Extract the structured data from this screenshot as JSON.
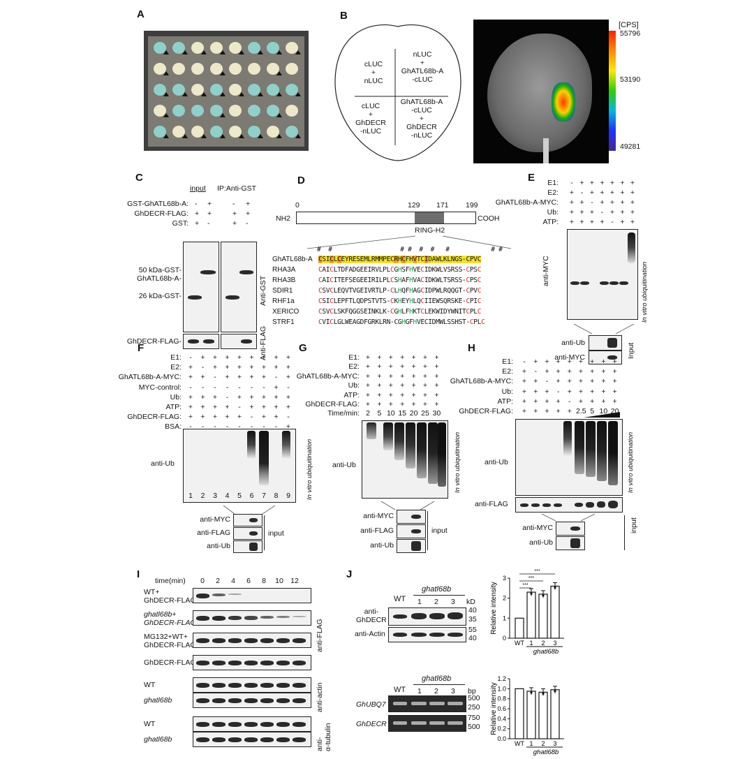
{
  "panels": {
    "A": "A",
    "B": "B",
    "C": "C",
    "D": "D",
    "E": "E",
    "F": "F",
    "G": "G",
    "H": "H",
    "I": "I",
    "J": "J"
  },
  "b": {
    "q1": "cLUC\n+\nnLUC",
    "q2": "nLUC\n+\nGhATL68b-A\n-cLUC",
    "q3": "cLUC\n+\nGhDECR\n-nLUC",
    "q4": "GhATL68b-A\n-cLUC\n+\nGhDECR\n-nLUC",
    "cps": "[CPS]",
    "scale": [
      "55796",
      "53190",
      "49281"
    ]
  },
  "c": {
    "input": "input",
    "ip": "IP:Anti-GST",
    "rows": [
      {
        "label": "GST-GhATL68b-A:",
        "signs": [
          "-",
          "+",
          "-",
          "+"
        ]
      },
      {
        "label": "GhDECR-FLAG:",
        "signs": [
          "+",
          "+",
          "+",
          "+"
        ]
      },
      {
        "label": "GST:",
        "signs": [
          "+",
          "-",
          "+",
          "-"
        ]
      }
    ],
    "m50": "50 kDa-GST-",
    "m50b": "GhATL68b-A-",
    "m26": "26 kDa-GST-",
    "flag": "GhDECR-FLAG-",
    "antigst": "Anti-GST",
    "antiflag": "Anti-FLAG"
  },
  "d": {
    "nh2": "NH2",
    "cooh": "COOH",
    "p0": "0",
    "p129": "129",
    "p171": "171",
    "p199": "199",
    "ring": "RING-H2",
    "hashes": "#  #                  # #  #  #   #           # #",
    "names": [
      "GhATL68b-A",
      "RHA3A",
      "RHA3B",
      "SDIR1",
      "RHF1a",
      "XERICO",
      "STRF1"
    ],
    "seqs": [
      "CSICLCEYRESEMLRMMPECRHCFHVTCIDAWLKLNGS-CPVC",
      "CAICLTDFADGEEIRVLPLCGHSFHVECIDKWLVSRSS-CPSC",
      "CAICITEFSEGEEIRILPLCSHAFHVACIDKWLTSRSS-CPSC",
      "CSVCLEQVTVGEIVRTLP-CLHQFHAGCIDPWLRQQGT-CPVC",
      "CSICLEPFTLQDPSTVTS-CKHEYHLQCIIEWSQRSKE-CPIC",
      "CSVCLSKFQGGSEINKLK-CGHLFHKTCLEKWIDYWNITCPLC",
      "CVICLGLWEAGDFGRKLRN-CGHGFHVECIDMWLSSHST-CPLC"
    ]
  },
  "e": {
    "rows": [
      {
        "label": "E1:",
        "signs": [
          "-",
          "+",
          "+",
          "+",
          "+",
          "+",
          "+"
        ]
      },
      {
        "label": "E2:",
        "signs": [
          "+",
          "-",
          "+",
          "+",
          "+",
          "+",
          "+"
        ]
      },
      {
        "label": "GhATL68b-A-MYC:",
        "signs": [
          "+",
          "+",
          "-",
          "+",
          "+",
          "+",
          "+"
        ]
      },
      {
        "label": "Ub:",
        "signs": [
          "+",
          "+",
          "+",
          "-",
          "+",
          "+",
          "+"
        ]
      },
      {
        "label": "ATP:",
        "signs": [
          "+",
          "+",
          "+",
          "+",
          "-",
          "+",
          "+"
        ]
      }
    ],
    "antimyc": "anti-MYC",
    "vitro": "In vitro ubiquitination",
    "antiub": "anti-Ub",
    "antimyc2": "anti-MYC",
    "input": "Input"
  },
  "f": {
    "rows": [
      {
        "label": "E1:",
        "signs": [
          "-",
          "+",
          "+",
          "+",
          "+",
          "+",
          "+",
          "+",
          "+"
        ]
      },
      {
        "label": "E2:",
        "signs": [
          "+",
          "-",
          "+",
          "+",
          "+",
          "+",
          "+",
          "+",
          "+"
        ]
      },
      {
        "label": "GhATL68b-A-MYC:",
        "signs": [
          "+",
          "+",
          "-",
          "+",
          "+",
          "+",
          "+",
          "-",
          "+"
        ]
      },
      {
        "label": "MYC-control:",
        "signs": [
          "-",
          "-",
          "-",
          "-",
          "-",
          "-",
          "-",
          "+",
          "-"
        ]
      },
      {
        "label": "Ub:",
        "signs": [
          "+",
          "+",
          "+",
          "-",
          "+",
          "+",
          "+",
          "+",
          "+"
        ]
      },
      {
        "label": "ATP:",
        "signs": [
          "+",
          "+",
          "+",
          "+",
          "-",
          "+",
          "+",
          "+",
          "+"
        ]
      },
      {
        "label": "GhDECR-FLAG:",
        "signs": [
          "+",
          "+",
          "+",
          "+",
          "+",
          "-",
          "+",
          "+",
          "-"
        ]
      },
      {
        "label": "BSA:",
        "signs": [
          "-",
          "-",
          "-",
          "-",
          "-",
          "-",
          "-",
          "-",
          "+"
        ]
      }
    ],
    "antiub": "anti-Ub",
    "vitro": "In vitro ubiquitination",
    "lanes": [
      "1",
      "2",
      "3",
      "4",
      "5",
      "6",
      "7",
      "8",
      "9"
    ],
    "inp": [
      "anti-MYC",
      "anti-FLAG",
      "anti-Ub"
    ],
    "input": "input"
  },
  "g": {
    "rows": [
      {
        "label": "E1:",
        "signs": [
          "+",
          "+",
          "+",
          "+",
          "+",
          "+",
          "+"
        ]
      },
      {
        "label": "E2:",
        "signs": [
          "+",
          "+",
          "+",
          "+",
          "+",
          "+",
          "+"
        ]
      },
      {
        "label": "GhATL68b-A-MYC:",
        "signs": [
          "+",
          "+",
          "+",
          "+",
          "+",
          "+",
          "+"
        ]
      },
      {
        "label": "Ub:",
        "signs": [
          "+",
          "+",
          "+",
          "+",
          "+",
          "+",
          "+"
        ]
      },
      {
        "label": "ATP:",
        "signs": [
          "+",
          "+",
          "+",
          "+",
          "+",
          "+",
          "+"
        ]
      },
      {
        "label": "GhDECR-FLAG:",
        "signs": [
          "+",
          "+",
          "+",
          "+",
          "+",
          "+",
          "+"
        ]
      },
      {
        "label": "Time/min:",
        "signs": [
          "2",
          "5",
          "10",
          "15",
          "20",
          "25",
          "30"
        ]
      }
    ],
    "antiub": "anti-Ub",
    "vitro": "In vitro ubiquitination",
    "inp": [
      "anti-MYC",
      "anti-FLAG",
      "anti-Ub"
    ],
    "input": "input"
  },
  "h": {
    "rows": [
      {
        "label": "E1:",
        "signs": [
          "-",
          "+",
          "+",
          "+",
          "+",
          "+",
          "+",
          "+",
          "+"
        ]
      },
      {
        "label": "E2:",
        "signs": [
          "+",
          "-",
          "+",
          "+",
          "+",
          "+",
          "+",
          "+",
          "+"
        ]
      },
      {
        "label": "GhATL68b-A-MYC:",
        "signs": [
          "+",
          "+",
          "-",
          "+",
          "+",
          "+",
          "+",
          "+",
          "+"
        ]
      },
      {
        "label": "Ub:",
        "signs": [
          "+",
          "+",
          "+",
          "-",
          "+",
          "+",
          "+",
          "+",
          "+"
        ]
      },
      {
        "label": "ATP:",
        "signs": [
          "+",
          "+",
          "+",
          "+",
          "-",
          "+",
          "+",
          "+",
          "+"
        ]
      },
      {
        "label": "GhDECR-FLAG:",
        "signs": [
          "+",
          "+",
          "+",
          "+",
          "+",
          "2.5",
          "5",
          "10",
          "20"
        ]
      }
    ],
    "antiub": "anti-Ub",
    "vitro": "In vitro ubiquitination",
    "antiflag": "anti-FLAG",
    "inp": [
      "anti-MYC",
      "anti-Ub"
    ],
    "input": "input"
  },
  "i": {
    "time": "time(min)",
    "times": [
      "0",
      "2",
      "4",
      "6",
      "8",
      "10",
      "12"
    ],
    "rows": [
      "WT+\nGhDECR-FLAG",
      "ghatl68b+\nGhDECR-FLAG",
      "MG132+WT+\nGhDECR-FLAG",
      "GhDECR-FLAG",
      "WT",
      "ghatl68b",
      "WT",
      "ghatl68b"
    ],
    "antiflag": "anti-FLAG",
    "antiactin": "anti-actin",
    "antitub": "anti-\nα-tubulin"
  },
  "j": {
    "wt": "WT",
    "mut": "ghatl68b",
    "nums": [
      "1",
      "2",
      "3"
    ],
    "kd": "kD",
    "top_markers": [
      "40",
      "35",
      "55",
      "40"
    ],
    "antidecr": "anti-\nGhDECR",
    "antiactin": "anti-Actin",
    "bp": "bp",
    "bot_markers": [
      "500",
      "250",
      "750",
      "500"
    ],
    "gubq": "GhUBQ7",
    "gdecr": "GhDECR",
    "ylabel": "Relative intensity",
    "stars": [
      "***",
      "***",
      "***"
    ],
    "top_ticks": [
      "0",
      "1",
      "2",
      "3"
    ],
    "bot_ticks": [
      "0.0",
      "0.2",
      "0.4",
      "0.6",
      "0.8",
      "1.0",
      "1.2"
    ],
    "xcats": [
      "WT",
      "1",
      "2",
      "3"
    ]
  },
  "chart_data": [
    {
      "type": "bar",
      "categories": [
        "WT",
        "1",
        "2",
        "3"
      ],
      "values": [
        1.0,
        2.3,
        2.2,
        2.6
      ],
      "ylim": [
        0,
        3
      ],
      "ylabel": "Relative intensity",
      "xlabel": "ghatl68b"
    },
    {
      "type": "bar",
      "categories": [
        "WT",
        "1",
        "2",
        "3"
      ],
      "values": [
        1.0,
        0.95,
        0.93,
        0.98
      ],
      "ylim": [
        0,
        1.2
      ],
      "ylabel": "Relative intensity",
      "xlabel": "ghatl68b"
    }
  ]
}
